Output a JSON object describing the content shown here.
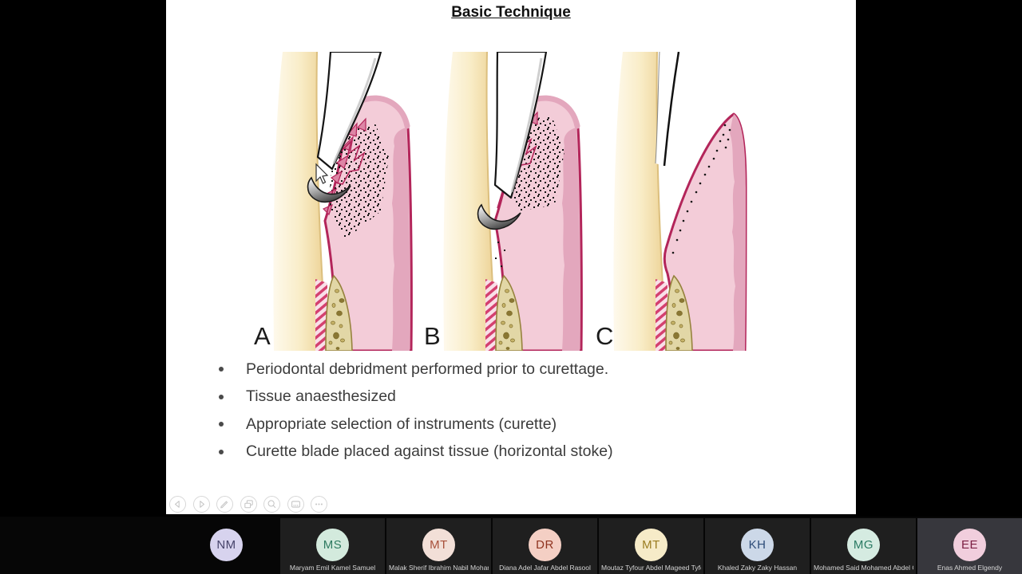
{
  "window": {
    "background": "#000000"
  },
  "slide": {
    "background": "#ffffff",
    "title": "Basic Technique",
    "figure": {
      "panel_labels": [
        "A",
        "B",
        "C"
      ]
    },
    "bullets": [
      "Periodontal debridment performed prior to curettage.",
      "Tissue anaesthesized",
      "Appropriate selection of instruments (curette)",
      "Curette blade placed against tissue (horizontal stoke)"
    ],
    "toolbar_icons": [
      {
        "name": "previous-slide-icon"
      },
      {
        "name": "next-slide-icon"
      },
      {
        "name": "pen-icon"
      },
      {
        "name": "see-all-slides-icon"
      },
      {
        "name": "zoom-icon"
      },
      {
        "name": "show-taskbar-icon"
      },
      {
        "name": "more-options-icon"
      }
    ]
  },
  "illustration_colors": {
    "gum_fill": "#f3ccd8",
    "gum_outline": "#b3255a",
    "gum_band": "#e3a7bd",
    "epithelium": "#dd86a6",
    "tooth_light": "#fef9ec",
    "tooth_dark": "#e9cd8d",
    "bone_fill": "#e2d7a6",
    "bone_outline": "#96823e",
    "ligament_hatch": "#d4406f"
  },
  "participants_bar": {
    "background": "#060606",
    "tile_background": "#1f1f1f",
    "active_tile_background": "#37373d",
    "participants": [
      {
        "initials": "NM",
        "name": "",
        "avatar_bg": "#d7d3ee",
        "avatar_fg": "#46436a",
        "bare": true
      },
      {
        "initials": "MS",
        "name": "Maryam Emil Kamel Samuel",
        "avatar_bg": "#d3eadd",
        "avatar_fg": "#2e7a60"
      },
      {
        "initials": "MT",
        "name": "Malak Sherif Ibrahim Nabil Moham...",
        "avatar_bg": "#f2dfd7",
        "avatar_fg": "#a8503a"
      },
      {
        "initials": "DR",
        "name": "Diana Adel Jafar Abdel Rasool",
        "avatar_bg": "#f4cfc4",
        "avatar_fg": "#8f331f"
      },
      {
        "initials": "MT",
        "name": "Moutaz Tyfour Abdel Mageed Tyfour",
        "avatar_bg": "#f6ebc8",
        "avatar_fg": "#9a7c20"
      },
      {
        "initials": "KH",
        "name": "Khaled Zaky Zaky Hassan",
        "avatar_bg": "#ccd8e8",
        "avatar_fg": "#2d4c78"
      },
      {
        "initials": "MG",
        "name": "Mohamed Said Mohamed Abdel Gh...",
        "avatar_bg": "#d5ebe1",
        "avatar_fg": "#2a7a63"
      },
      {
        "initials": "EE",
        "name": "Enas Ahmed Elgendy",
        "avatar_bg": "#f1cedd",
        "avatar_fg": "#7c2044",
        "active": true
      }
    ]
  }
}
